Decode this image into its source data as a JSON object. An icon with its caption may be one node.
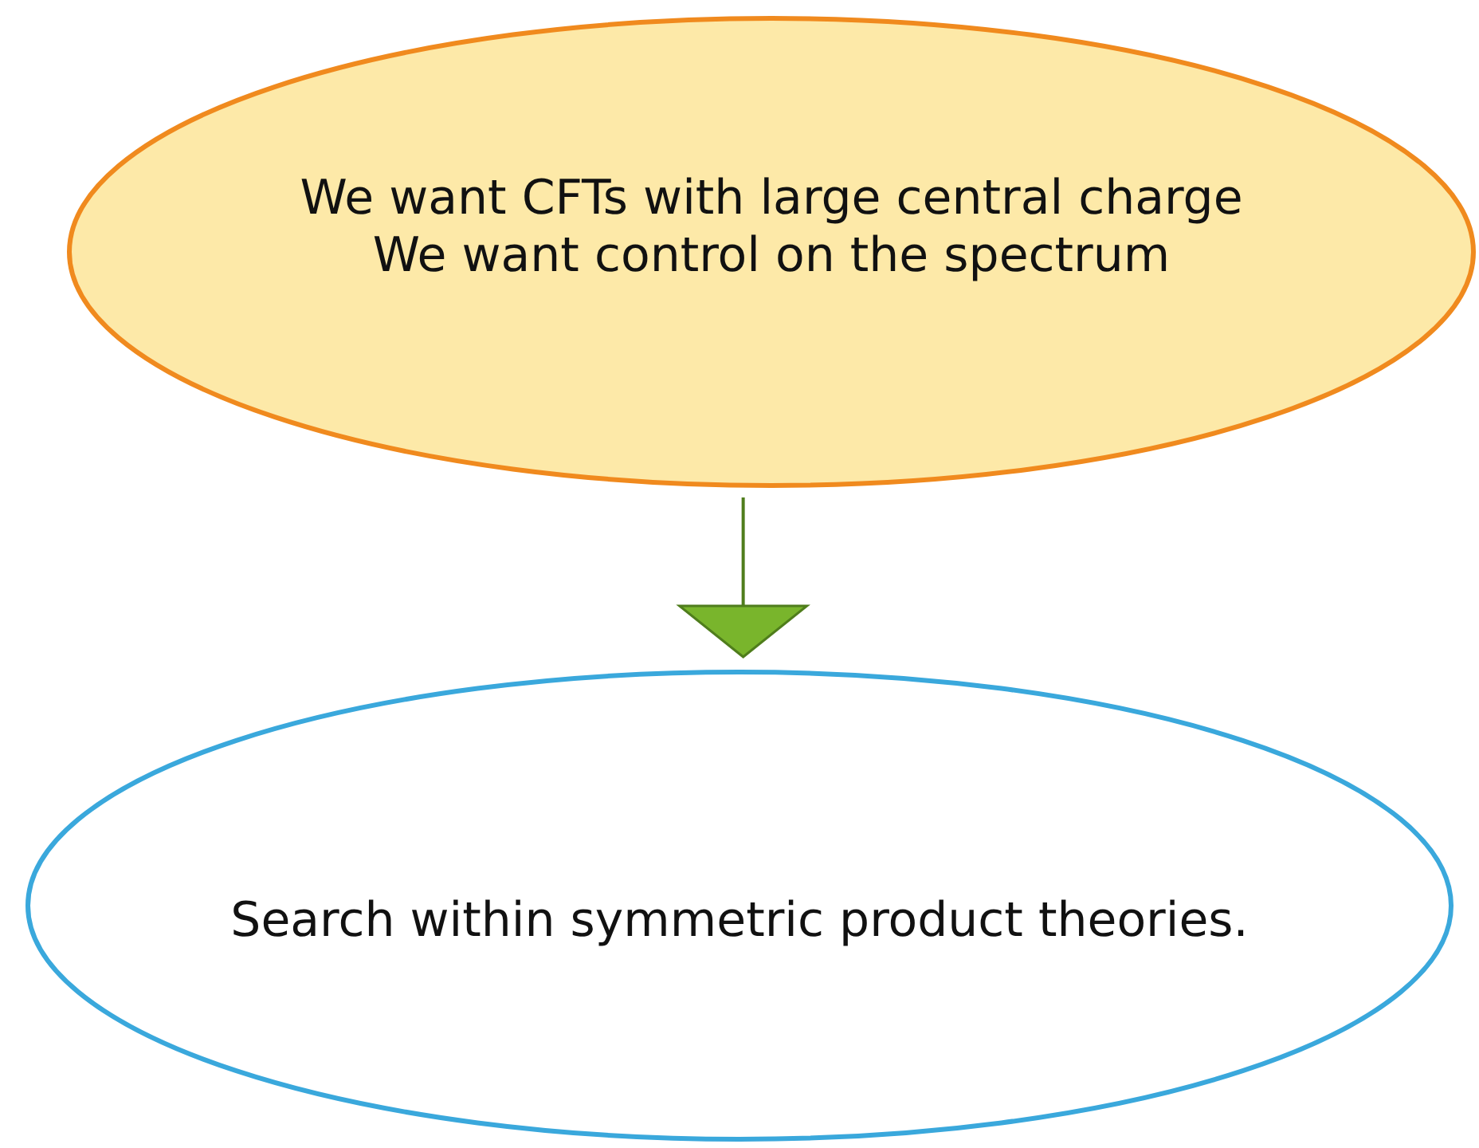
{
  "diagram": {
    "nodes": [
      {
        "text": [
          "We want CFTs with large central charge",
          "We want control on the spectrum"
        ]
      },
      {
        "text": [
          "Search within symmetric product theories."
        ]
      }
    ],
    "edges": [
      {
        "from": 0,
        "to": 1,
        "arrow": "to"
      }
    ]
  }
}
